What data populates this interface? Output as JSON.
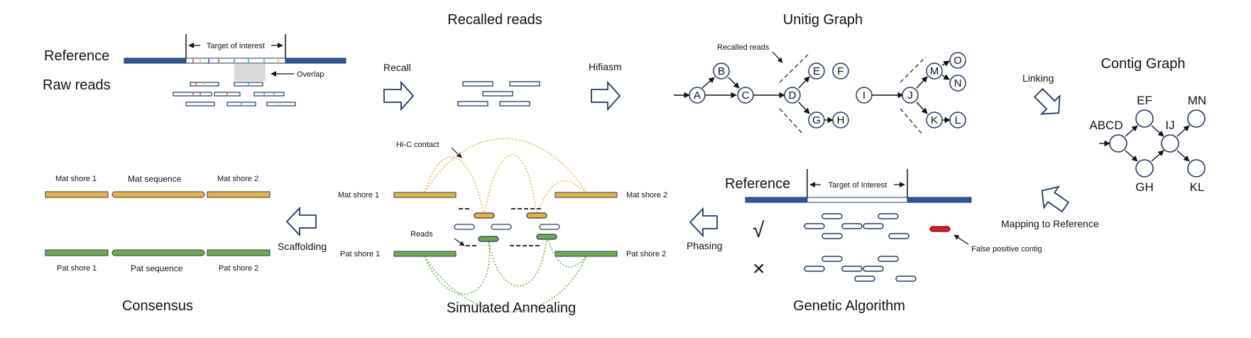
{
  "recall_panel": {
    "reference_label": "Reference",
    "raw_reads_label": "Raw reads",
    "target_label": "Target of interest",
    "overlap_label": "Overlap"
  },
  "recalled_reads_title": "Recalled reads",
  "arrows": {
    "recall": "Recall",
    "hifiasm": "Hifiasm",
    "linking": "Linking",
    "mapping": "Mapping to Reference",
    "phasing": "Phasing",
    "scaffolding": "Scaffolding"
  },
  "unitig_graph": {
    "title": "Unitig Graph",
    "recalled_reads_label": "Recalled reads",
    "nodes": [
      "A",
      "B",
      "C",
      "D",
      "E",
      "F",
      "G",
      "H",
      "I",
      "J",
      "M",
      "O",
      "N",
      "K",
      "L"
    ]
  },
  "contig_graph": {
    "title": "Contig Graph",
    "labels": [
      "ABCD",
      "EF",
      "IJ",
      "MN",
      "GH",
      "KL"
    ]
  },
  "genetic_algorithm": {
    "title": "Genetic Algorithm",
    "reference_label": "Reference",
    "target_label": "Target of Interest",
    "check_mark": "√",
    "cross_mark": "×",
    "false_positive_label": "False positive contig"
  },
  "simulated_annealing": {
    "title": "Simulated Annealing",
    "hic_label": "Hi-C contact",
    "reads_label": "Reads",
    "mat_shore_1": "Mat shore 1",
    "mat_shore_2": "Mat shore 2",
    "pat_shore_1": "Pat shore 1",
    "pat_shore_2": "Pat shore 2"
  },
  "consensus": {
    "title": "Consensus",
    "mat_shore_1": "Mat shore 1",
    "mat_sequence": "Mat sequence",
    "mat_shore_2": "Mat shore 2",
    "pat_shore_1": "Pat shore 1",
    "pat_sequence": "Pat sequence",
    "pat_shore_2": "Pat shore 2"
  },
  "colors": {
    "reference_blue": "#2f5597",
    "read_outline": "#203864",
    "maternal_orange": "#e8b43a",
    "paternal_green": "#70ad47",
    "false_positive_red": "#d62020",
    "overlap_gray": "#d9d9d9"
  }
}
